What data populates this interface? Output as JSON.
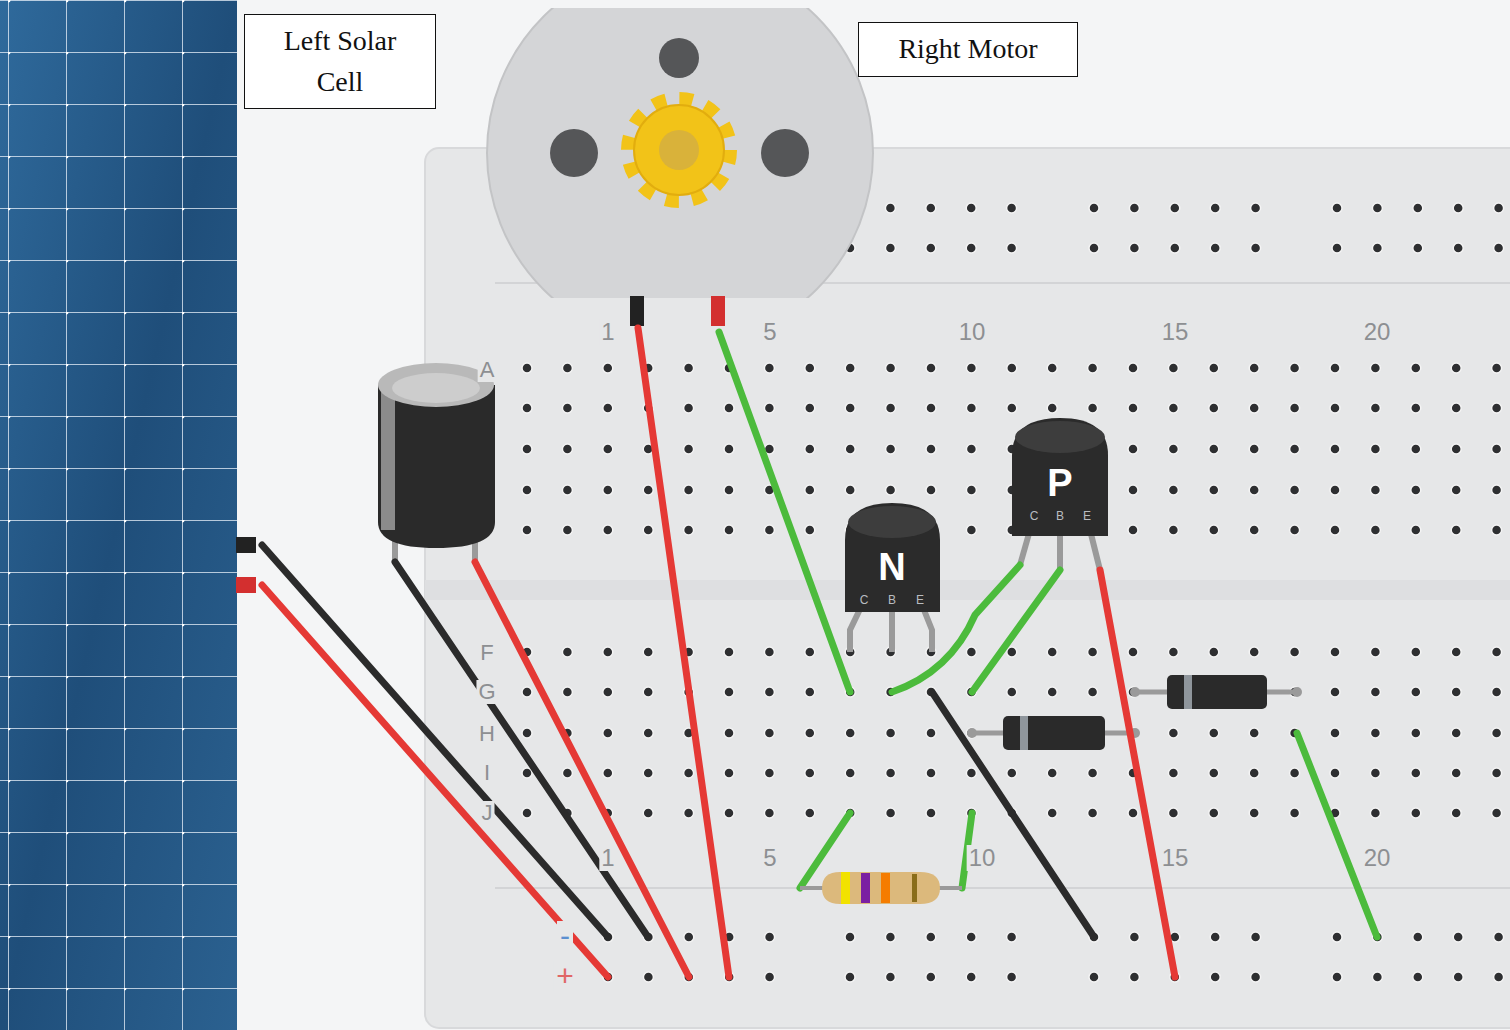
{
  "diagram": {
    "nodes": [
      {
        "text": [
          "Left Solar Cell"
        ]
      },
      {
        "text": [
          "Right Motor"
        ]
      }
    ],
    "labels": [
      "1",
      "5",
      "10",
      "15",
      "20",
      "A",
      "F",
      "G",
      "H",
      "I",
      "J",
      "N",
      "C",
      "B",
      "E",
      "P",
      "C",
      "B",
      "E",
      "1",
      "5",
      "10",
      "15",
      "20",
      "-",
      "+"
    ]
  }
}
